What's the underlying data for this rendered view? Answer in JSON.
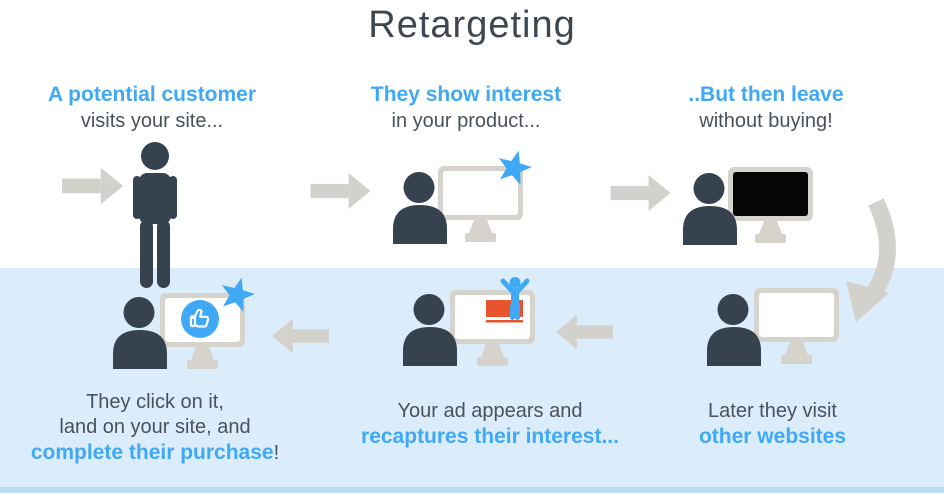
{
  "title": "Retargeting",
  "steps": {
    "step1": {
      "emphasis": "A potential customer",
      "plain": "visits your site..."
    },
    "step2": {
      "emphasis": "They show interest",
      "plain": "in your product..."
    },
    "step3": {
      "emphasis": "..But then leave",
      "plain": "without buying!"
    },
    "step4": {
      "plain": "Later they visit",
      "emphasis": "other websites"
    },
    "step5": {
      "plain": "Your ad appears and",
      "emphasis": "recaptures their interest..."
    },
    "step6": {
      "plain_line1": "They click on it,",
      "plain_line2": "land on your site, and",
      "emphasis": "complete their purchase",
      "suffix": "!"
    }
  },
  "colors": {
    "accent_blue": "#3fa9f5",
    "text_gray": "#49525b",
    "title_gray": "#3d4751",
    "silhouette_dark": "#36424d",
    "arrow_gray": "#d3d1cb",
    "monitor_gray": "#d5d3cc",
    "screen_off_black": "#060606",
    "ad_orange": "#e8542e",
    "band_blue": "#dbecfa",
    "band_strip_blue": "#b9dcf5"
  },
  "icons": {
    "standing-person-icon": "dark standing person silhouette",
    "person-at-computer-icon": "dark bust facing a desktop monitor",
    "star-icon": "blue five-point star",
    "thumbs-up-icon": "white thumbs-up outline in blue circle",
    "ad-icon": "orange ad rectangle with underline on screen",
    "celebrating-person-icon": "blue figure with raised arms popping out of screen",
    "arrow-right-icon": "gray block arrow pointing right",
    "arrow-left-icon": "gray block arrow pointing left",
    "curved-arrow-down-icon": "gray curved arrow bending down-left",
    "screen-off": "monitor with black (off) screen"
  }
}
